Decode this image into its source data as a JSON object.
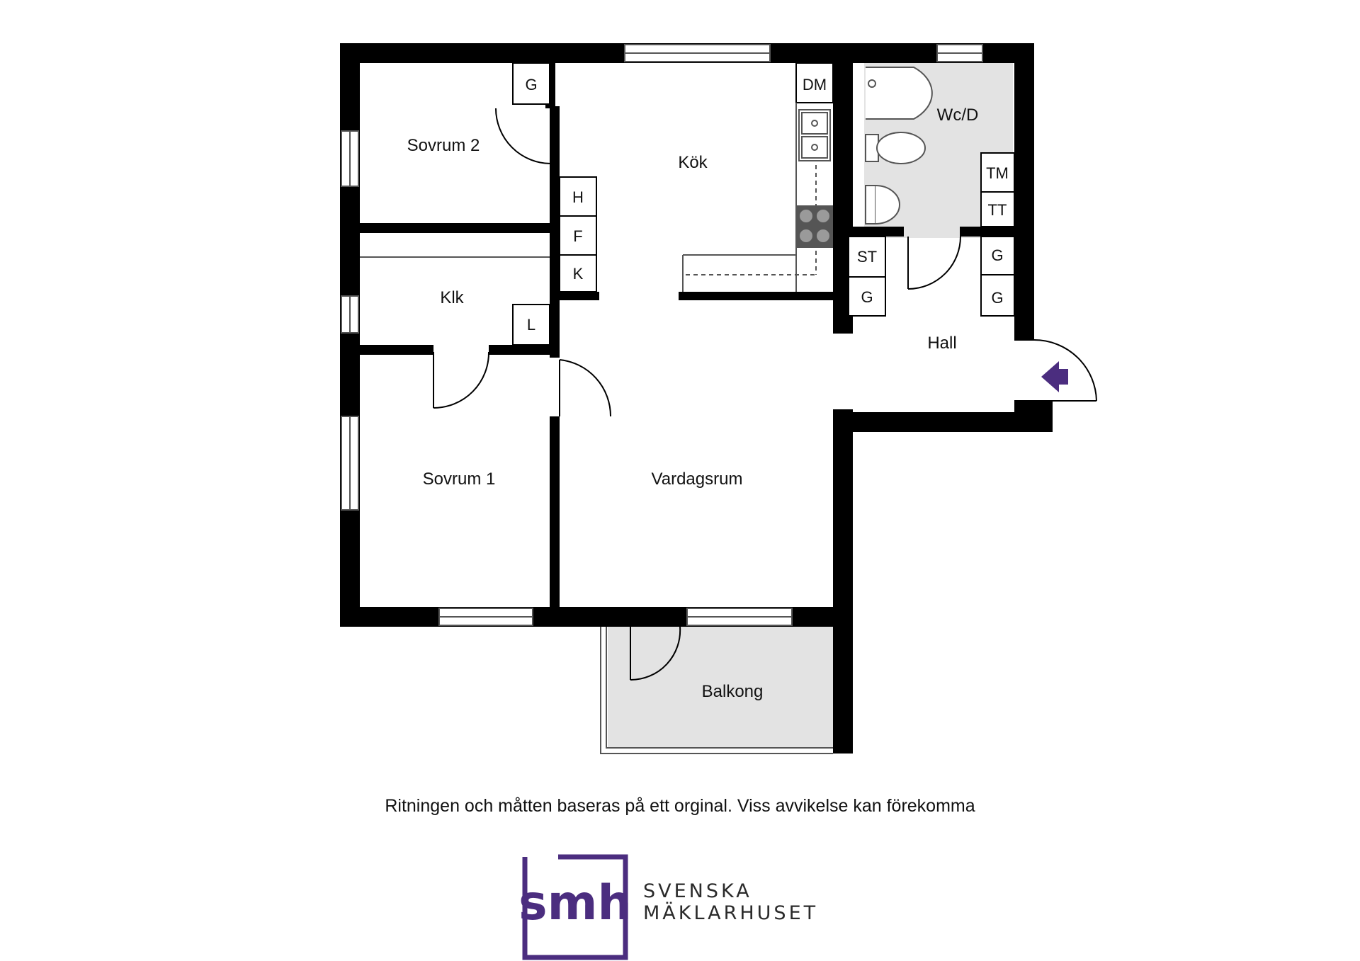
{
  "rooms": {
    "sovrum2": "Sovrum 2",
    "kok": "Kök",
    "wc": "Wc/D",
    "klk": "Klk",
    "hall": "Hall",
    "sovrum1": "Sovrum 1",
    "vardagsrum": "Vardagsrum",
    "balkong": "Balkong"
  },
  "tags": {
    "g_sovrum2": "G",
    "dm": "DM",
    "h": "H",
    "f": "F",
    "k": "K",
    "l": "L",
    "tm": "TM",
    "tt": "TT",
    "st": "ST",
    "g_st": "G",
    "g_hall1": "G",
    "g_hall2": "G"
  },
  "disclaimer": "Ritningen och måtten baseras på ett orginal. Viss avvikelse kan förekomma",
  "logo": {
    "mark": "smh",
    "line1": "SVENSKA",
    "line2": "MÄKLARHUSET",
    "color": "#4b2d7f"
  },
  "colors": {
    "wall": "#000000",
    "wet_floor": "#e3e3e3",
    "entrance_arrow": "#4b2d7f"
  }
}
